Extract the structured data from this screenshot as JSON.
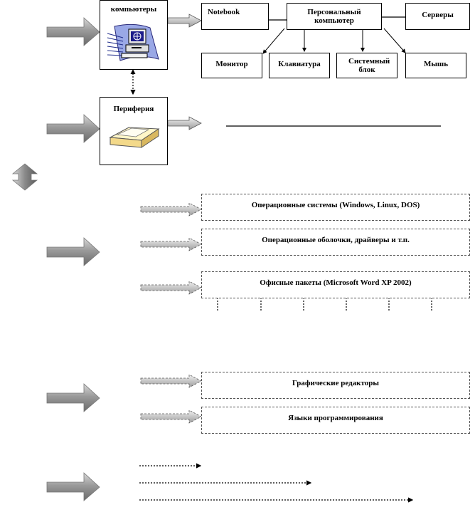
{
  "computers": {
    "title": "компьютеры"
  },
  "types": [
    {
      "label": "Notebook"
    },
    {
      "label": "Персональный компьютер"
    },
    {
      "label": "Серверы"
    }
  ],
  "components": [
    {
      "label": "Монитор"
    },
    {
      "label": "Клавиатура"
    },
    {
      "label": "Системный блок"
    },
    {
      "label": "Мышь"
    }
  ],
  "peripherals": {
    "title": "Периферия"
  },
  "software": [
    {
      "label": "Операционные системы (Windows, Linux,  DOS)"
    },
    {
      "label": "Операционные оболочки, драйверы и т.п."
    },
    {
      "label": "Офисные пакеты (Microsoft Word XP 2002)"
    }
  ],
  "apps": [
    {
      "label": "Графические редакторы"
    },
    {
      "label": "Языки программирования"
    }
  ],
  "icons": {
    "computer": "computer-icon",
    "scanner": "scanner-icon",
    "arrow": "block-arrow-icon",
    "double_arrow": "vertical-double-arrow-icon"
  }
}
